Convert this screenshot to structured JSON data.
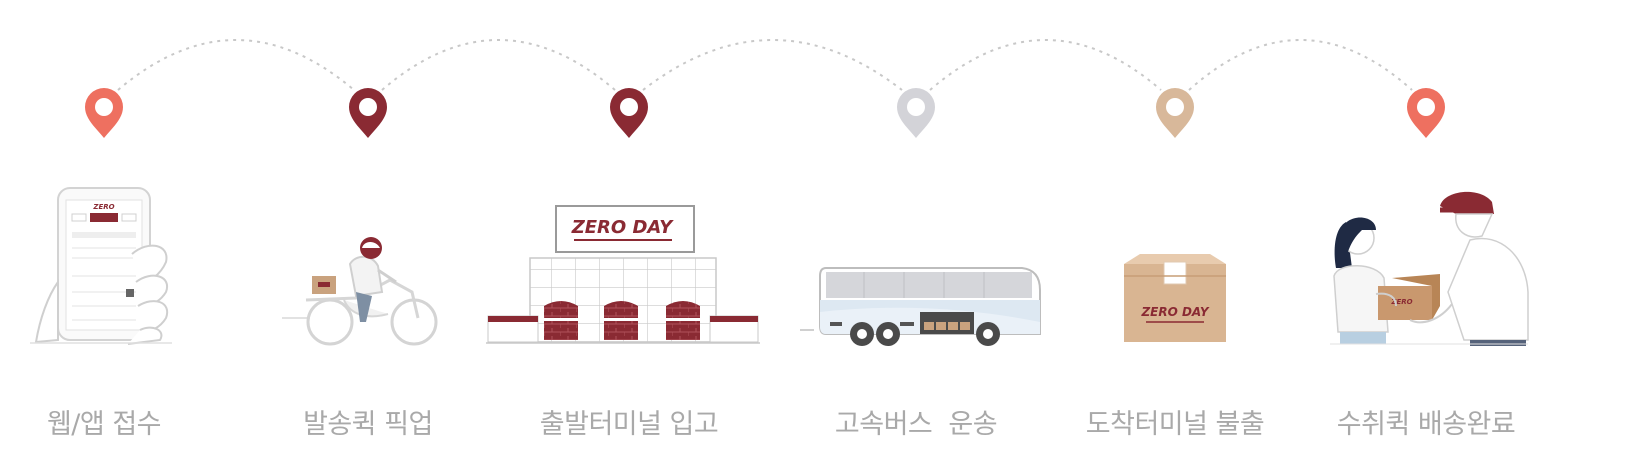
{
  "steps": [
    {
      "label": "웹/앱 접수",
      "pin_color": "#ee7060",
      "icon": "smartphone-app-icon"
    },
    {
      "label": "발송퀵 픽업",
      "pin_color": "#8a2a33",
      "icon": "motorcycle-courier-icon"
    },
    {
      "label": "출발터미널 입고",
      "pin_color": "#8a2a33",
      "icon": "terminal-building-icon"
    },
    {
      "label": "고속버스  운송",
      "pin_color": "#d3d3d8",
      "icon": "express-bus-icon"
    },
    {
      "label": "도착터미널 불출",
      "pin_color": "#d8b89a",
      "icon": "parcel-box-icon"
    },
    {
      "label": "수취퀵 배송완료",
      "pin_color": "#ee7060",
      "icon": "package-handover-icon"
    }
  ],
  "brand": {
    "logo_text": "ZERO DAY",
    "accent": "#8a2a33",
    "connector_color": "#c8c8c8"
  }
}
